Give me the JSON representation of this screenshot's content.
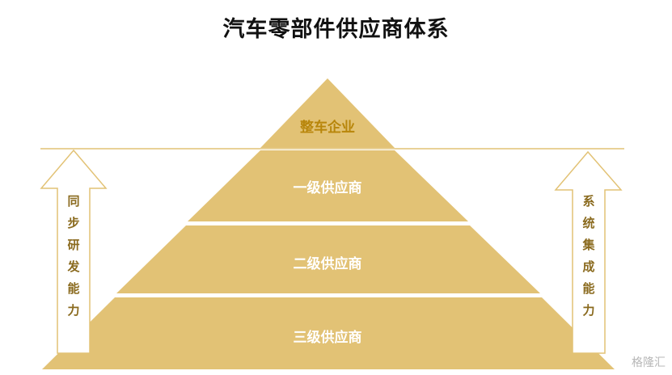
{
  "title": "汽车零部件供应商体系",
  "pyramid": {
    "levels": [
      {
        "label": "整车企业"
      },
      {
        "label": "一级供应商"
      },
      {
        "label": "二级供应商"
      },
      {
        "label": "三级供应商"
      }
    ]
  },
  "left_arrow": {
    "chars": [
      "同",
      "步",
      "研",
      "发",
      "能",
      "力"
    ]
  },
  "right_arrow": {
    "chars": [
      "系",
      "统",
      "集",
      "成",
      "能",
      "力"
    ]
  },
  "watermark": "格隆汇",
  "colors": {
    "tier_fill": "#e2c275",
    "top_text": "#b8860b",
    "tier_text": "#ffffff",
    "arrow_outline": "#e2c275",
    "arrow_text": "#8a6a1e"
  }
}
